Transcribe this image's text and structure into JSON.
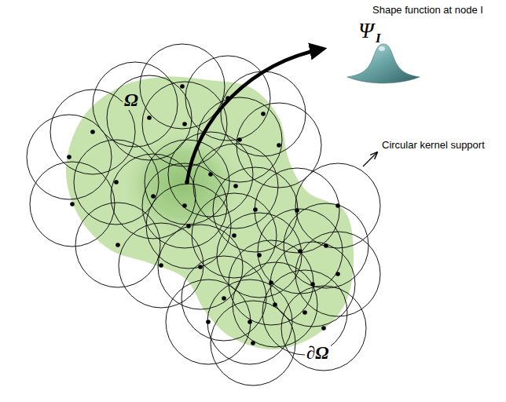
{
  "diagram": {
    "labels": [
      "Shape function at node I",
      "Ψ",
      "I",
      "Ω",
      "Circular kernel support",
      "∂Ω"
    ]
  }
}
